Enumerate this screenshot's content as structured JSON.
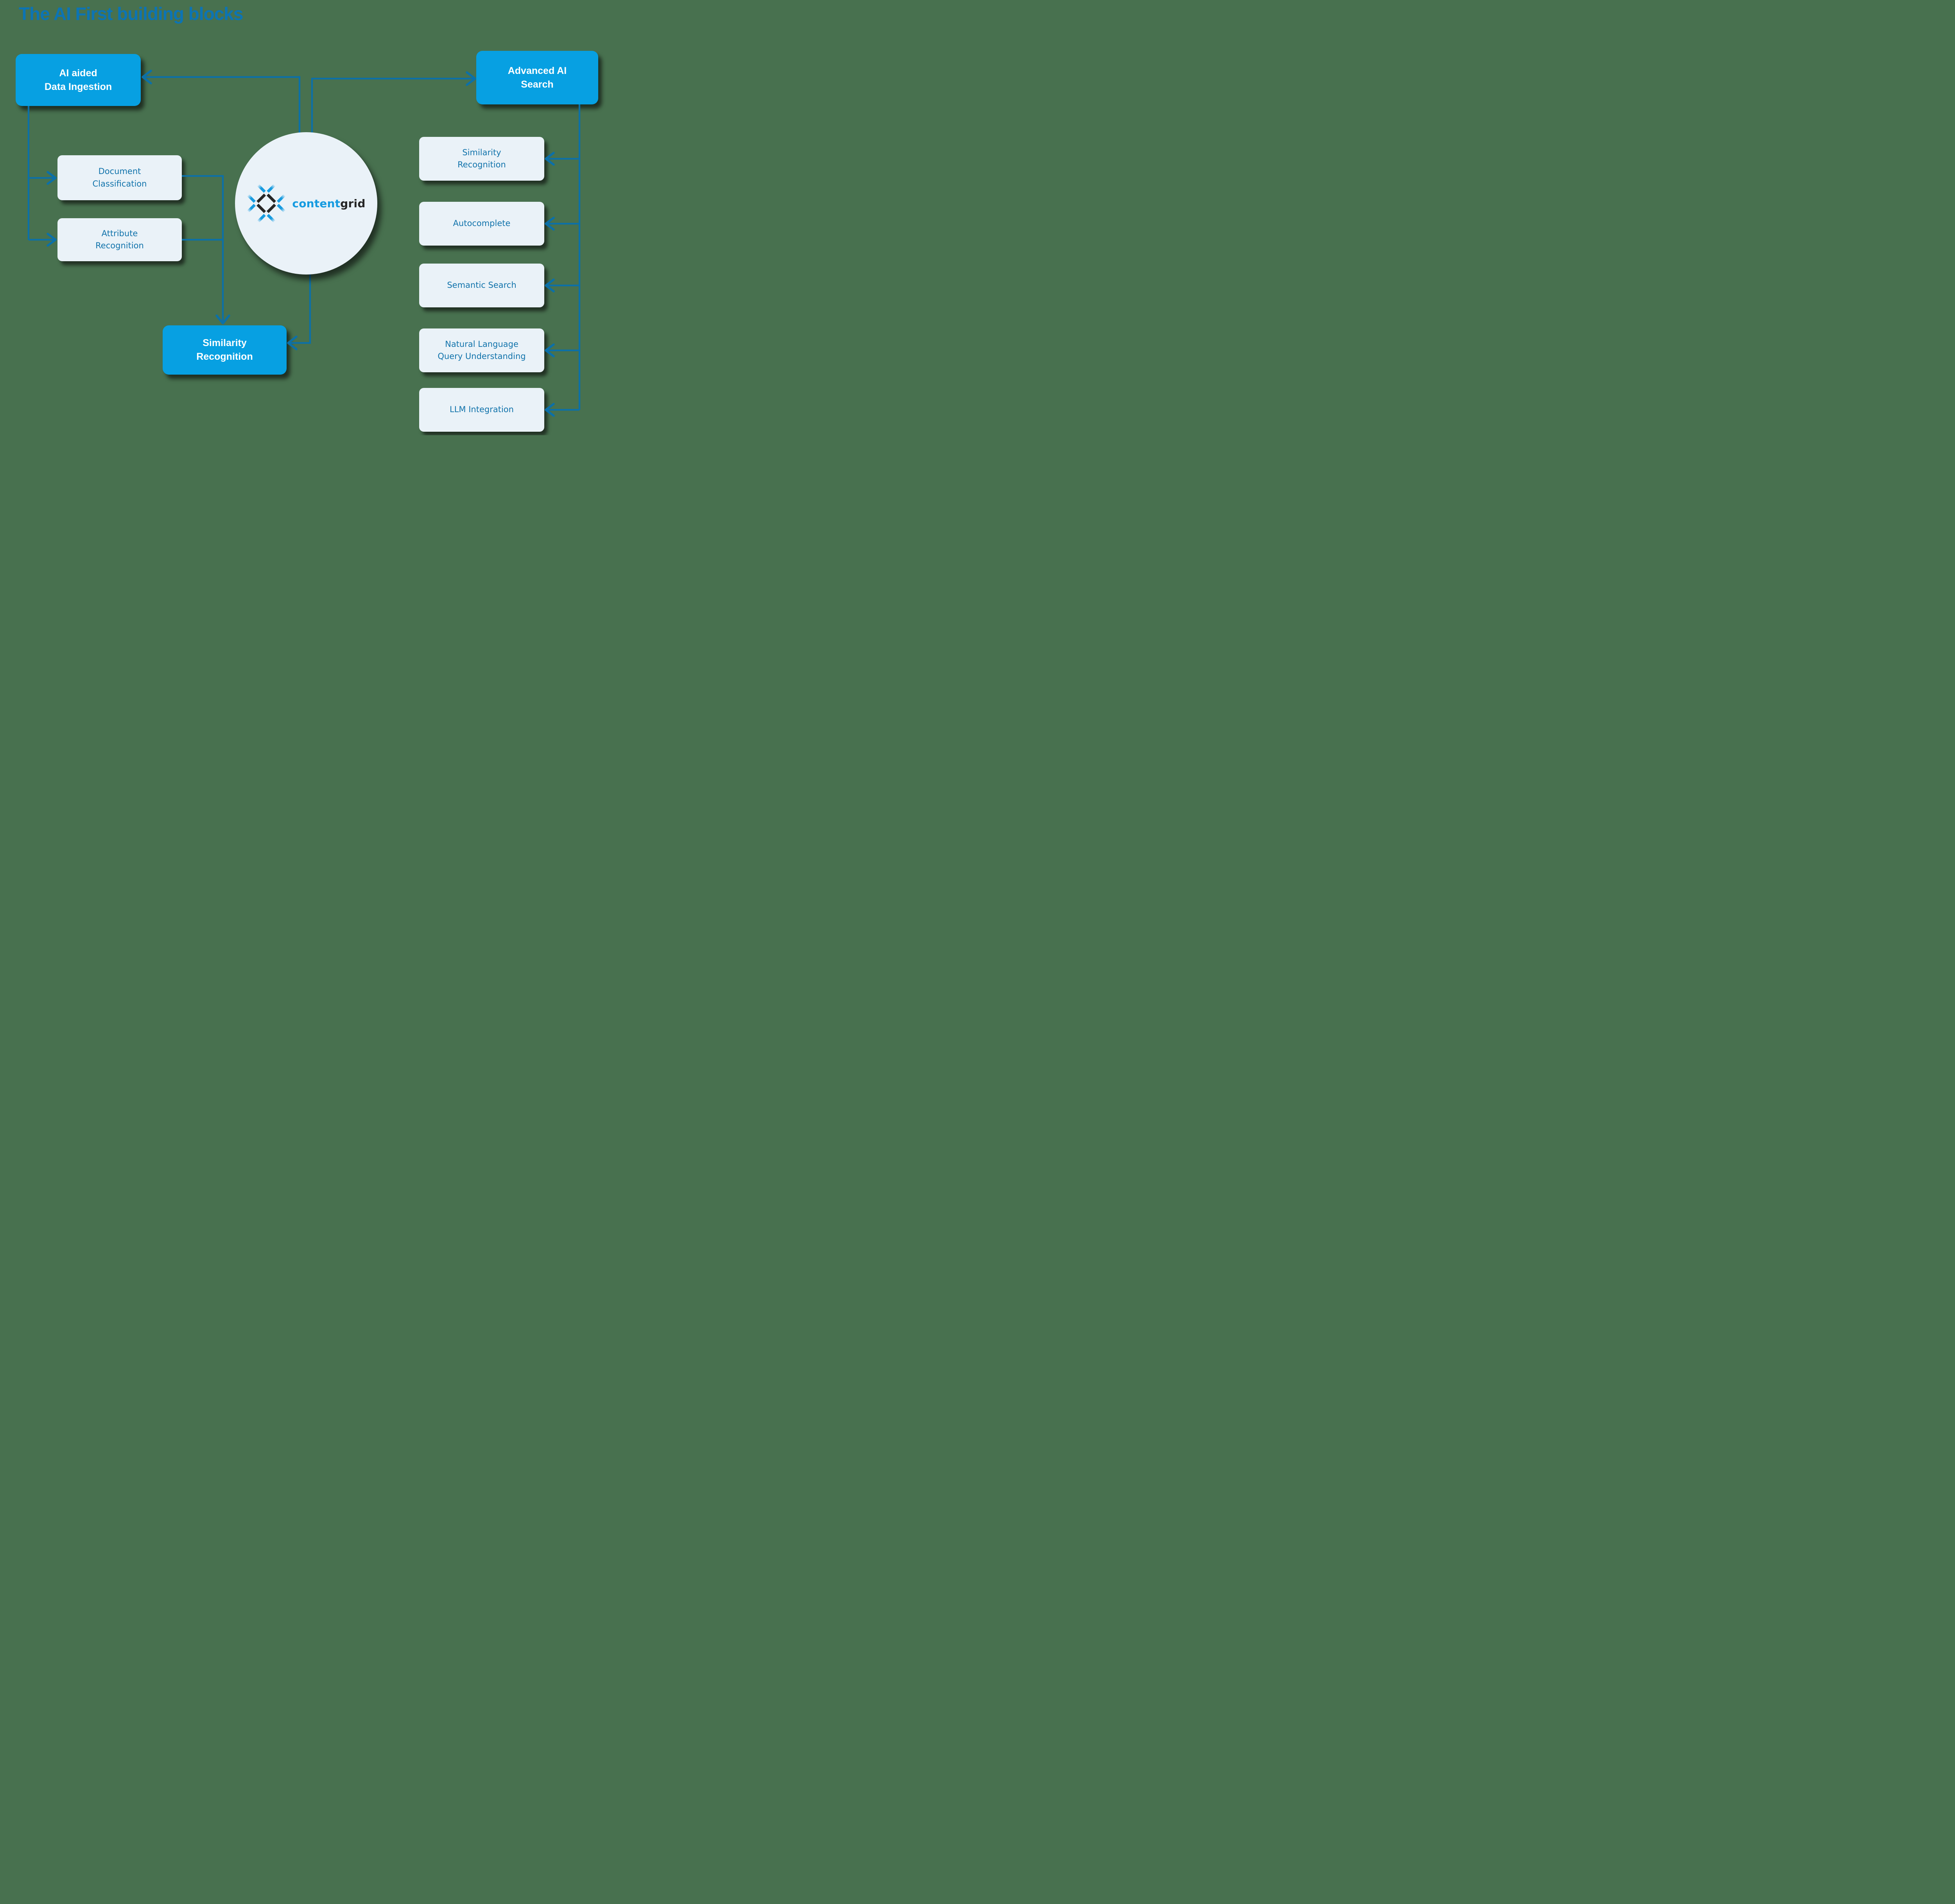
{
  "title": "The AI First building blocks",
  "colors": {
    "background": "#48714F",
    "primary_box": "#07A0E2",
    "light_box": "#EAF2F8",
    "title_text": "#0C74B4",
    "box_text_blue": "#1173AB",
    "line_blue": "#0C70A7",
    "logo_blue": "#169BE0",
    "logo_dark": "#262626"
  },
  "nodes": {
    "ai_ingestion": {
      "label": "AI aided\nData Ingestion"
    },
    "advanced_search": {
      "label": "Advanced AI\nSearch"
    },
    "doc_classification": {
      "label": "Document\nClassification"
    },
    "attr_recognition": {
      "label": "Attribute\nRecognition"
    },
    "similarity_main": {
      "label": "Similarity\nRecognition"
    }
  },
  "right_panel": {
    "items": [
      {
        "label": "Similarity\nRecognition"
      },
      {
        "label": "Autocomplete"
      },
      {
        "label": "Semantic Search"
      },
      {
        "label": "Natural Language\nQuery Understanding"
      },
      {
        "label": "LLM Integration"
      }
    ]
  },
  "logo": {
    "brand_left": "content",
    "brand_right": "grid",
    "icon": "contentgrid-star-diamond"
  }
}
